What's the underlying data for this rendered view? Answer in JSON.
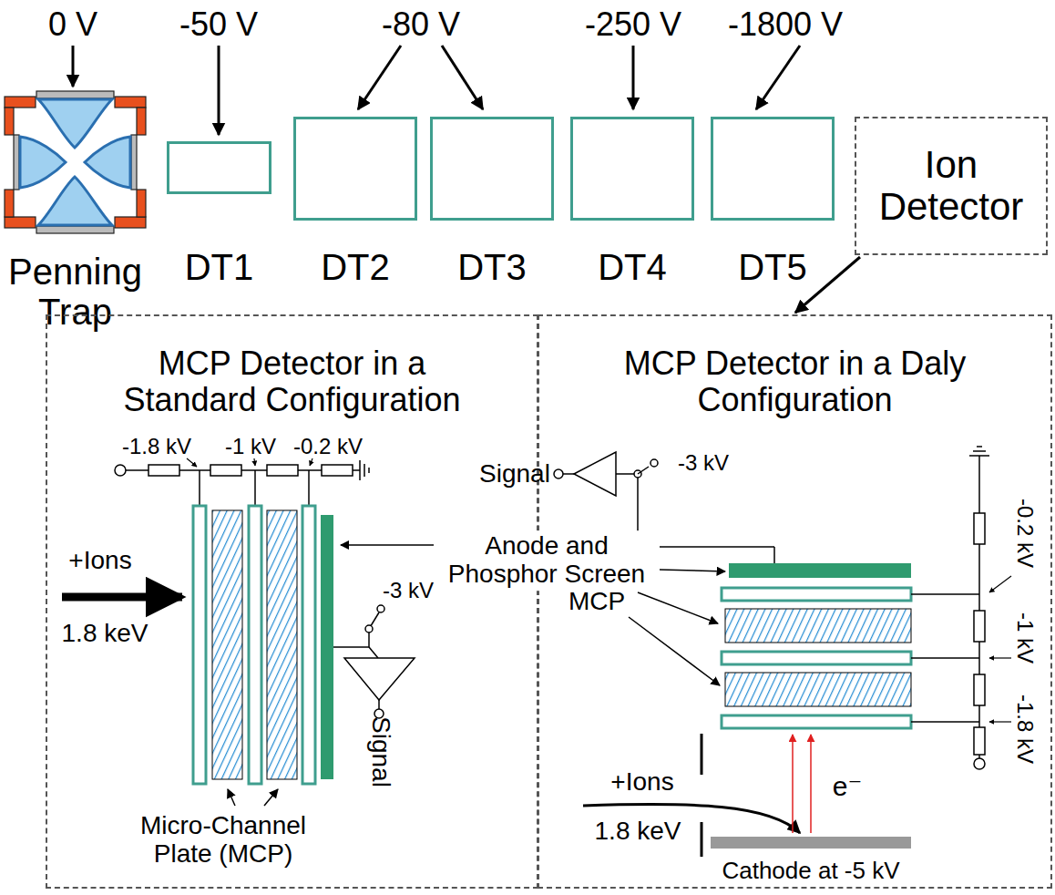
{
  "diagram": {
    "nodes": [
      {
        "text": [
          "Penning Trap"
        ]
      },
      {
        "text": [
          "DT1"
        ]
      },
      {
        "text": [
          "DT2"
        ]
      },
      {
        "text": [
          "DT3"
        ]
      },
      {
        "text": [
          "DT4"
        ]
      },
      {
        "text": [
          "DT5"
        ]
      },
      {
        "text": [
          "Ion Detector"
        ]
      },
      {
        "text": [
          "MCP Detector in a Standard Configuration"
        ]
      },
      {
        "text": [
          "MCP Detector in a Daly Configuration"
        ]
      }
    ],
    "edges": [
      {
        "from": 6,
        "to": 8,
        "arrow": "to"
      }
    ],
    "labels": [
      "0 V",
      "-50 V",
      "-80 V",
      "-250 V",
      "-1800 V",
      "-1.8 kV",
      "-1 kV",
      "-0.2 kV",
      "-3 kV",
      "+Ions",
      "1.8 keV",
      "Signal",
      "Micro-Channel Plate (MCP)",
      "Anode and Phosphor Screen",
      "Signal",
      "-3 kV",
      "-0.2 kV",
      "-1 kV",
      "-1.8 kV",
      "MCP",
      "+Ions",
      "1.8 keV",
      "e⁻",
      "Cathode at -5 kV"
    ]
  }
}
